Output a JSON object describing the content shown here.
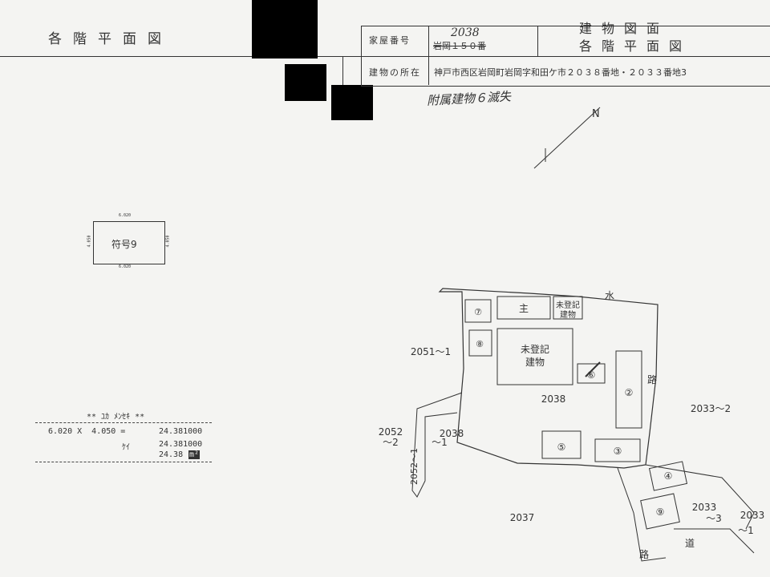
{
  "header": {
    "left_title": "各階平面図",
    "right_title_1": "建物図面",
    "right_title_2": "各階平面図",
    "house_no_label": "家屋番号",
    "house_no_handwritten": "2038",
    "house_no_struck": "岩岡１５０番",
    "location_label": "建物の所在",
    "location_value": "神戸市西区岩岡町岩岡字和田ケ市２０３８番地・２０３３番地3",
    "handwritten_note": "附属建物６滅失"
  },
  "floorplan": {
    "label": "符号9",
    "dim_top": "6.020",
    "dim_bottom": "6.020",
    "dim_left": "4.050",
    "dim_right": "4.050"
  },
  "area_calc": {
    "heading": "** ﾕｶ ﾒﾝｾｷ **",
    "line1_left": "6.020 X  4.050 =",
    "line1_right": "24.381000",
    "line2_left": "ｹｲ",
    "line2_right": "24.381000",
    "line3_value": "24.38",
    "unit": "m²"
  },
  "site": {
    "north": "N",
    "water_label": "水",
    "road_label_1": "路",
    "road_label_2": "道",
    "road_label_3": "路",
    "main": "主",
    "unreg_small": [
      "未登記",
      "建物"
    ],
    "unreg_big": [
      "未登記",
      "建物"
    ],
    "lot_main": "2038",
    "lot_west": "2051～1",
    "lot_sw1": "2052",
    "lot_sw1b": "～2",
    "lot_sw2": "2052～1",
    "lot_2038_1a": "2038",
    "lot_2038_1b": "～1",
    "lot_2037": "2037",
    "lot_2033_2": "2033～2",
    "lot_2033_3a": "2033",
    "lot_2033_3b": "～3",
    "lot_2033_1a": "2033",
    "lot_2033_1b": "～1",
    "b2": "②",
    "b3": "③",
    "b4": "④",
    "b5": "⑤",
    "b6": "⑥",
    "b7": "⑦",
    "b8": "⑧",
    "b9": "⑨"
  }
}
